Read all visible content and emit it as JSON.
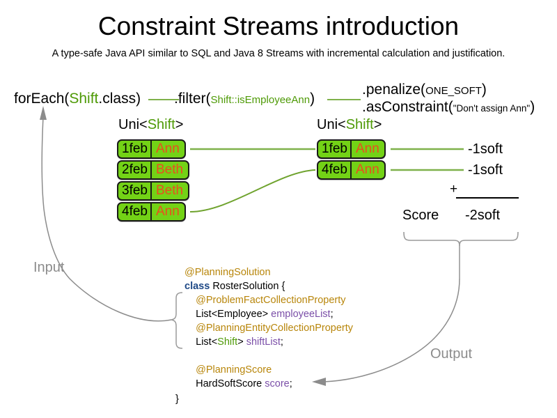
{
  "header": {
    "title": "Constraint Streams introduction",
    "subtitle": "A type-safe Java API similar to SQL and Java 8 Streams with incremental calculation and justification."
  },
  "pipeline": {
    "foreach": {
      "prefix": "forEach(",
      "type": "Shift",
      "suffix": ".class)"
    },
    "filter": {
      "prefix": ".filter(",
      "arg": "Shift::isEmployeeAnn",
      "suffix": ")"
    },
    "penalize": {
      "prefix": ".penalize(",
      "arg": "ONE_SOFT",
      "suffix": ")"
    },
    "as_constraint": {
      "prefix": ".asConstraint(",
      "arg": "\"Don't assign Ann\"",
      "suffix": ")"
    }
  },
  "streams": {
    "left_label": {
      "prefix": "Uni<",
      "type": "Shift",
      "suffix": ">"
    },
    "right_label": {
      "prefix": "Uni<",
      "type": "Shift",
      "suffix": ">"
    },
    "left_shifts": [
      {
        "date": "1feb",
        "employee": "Ann"
      },
      {
        "date": "2feb",
        "employee": "Beth"
      },
      {
        "date": "3feb",
        "employee": "Beth"
      },
      {
        "date": "4feb",
        "employee": "Ann"
      }
    ],
    "right_shifts": [
      {
        "date": "1feb",
        "employee": "Ann"
      },
      {
        "date": "4feb",
        "employee": "Ann"
      }
    ]
  },
  "penalties": [
    "-1soft",
    "-1soft"
  ],
  "score": {
    "plus": "+",
    "label": "Score",
    "total": "-2soft"
  },
  "annotations": {
    "input": "Input",
    "output": "Output"
  },
  "code": {
    "lines": [
      {
        "indent": 0,
        "parts": [
          {
            "t": "@PlanningSolution",
            "c": "ann"
          }
        ]
      },
      {
        "indent": 0,
        "parts": [
          {
            "t": "class",
            "c": "kw"
          },
          {
            "t": " RosterSolution {",
            "c": ""
          }
        ]
      },
      {
        "indent": 1,
        "parts": [
          {
            "t": "@ProblemFactCollectionProperty",
            "c": "ann"
          }
        ]
      },
      {
        "indent": 1,
        "parts": [
          {
            "t": "List<Employee> ",
            "c": ""
          },
          {
            "t": "employeeList",
            "c": "fld"
          },
          {
            "t": ";",
            "c": ""
          }
        ]
      },
      {
        "indent": 1,
        "parts": [
          {
            "t": "@PlanningEntityCollectionProperty",
            "c": "ann"
          }
        ]
      },
      {
        "indent": 1,
        "parts": [
          {
            "t": "List<",
            "c": ""
          },
          {
            "t": "Shift",
            "c": "green"
          },
          {
            "t": "> ",
            "c": ""
          },
          {
            "t": "shiftList",
            "c": "fld"
          },
          {
            "t": ";",
            "c": ""
          }
        ]
      }
    ],
    "tail_lines": [
      {
        "indent": 1,
        "parts": [
          {
            "t": "@PlanningScore",
            "c": "ann"
          }
        ]
      },
      {
        "indent": 1,
        "parts": [
          {
            "t": "HardSoftScore ",
            "c": ""
          },
          {
            "t": "score",
            "c": "fld"
          },
          {
            "t": ";",
            "c": ""
          }
        ]
      }
    ],
    "close": "}"
  },
  "colors": {
    "shift_fill": "#73D216",
    "shift_border": "#1a1a1a",
    "employee_text": "#E8501E",
    "type_green": "#4E9A06",
    "line_green": "#7FB14B",
    "annotation_gray": "#8c8c8c",
    "code_annotation": "#B8860B",
    "code_keyword": "#204A87",
    "code_field": "#7B4FA8"
  }
}
